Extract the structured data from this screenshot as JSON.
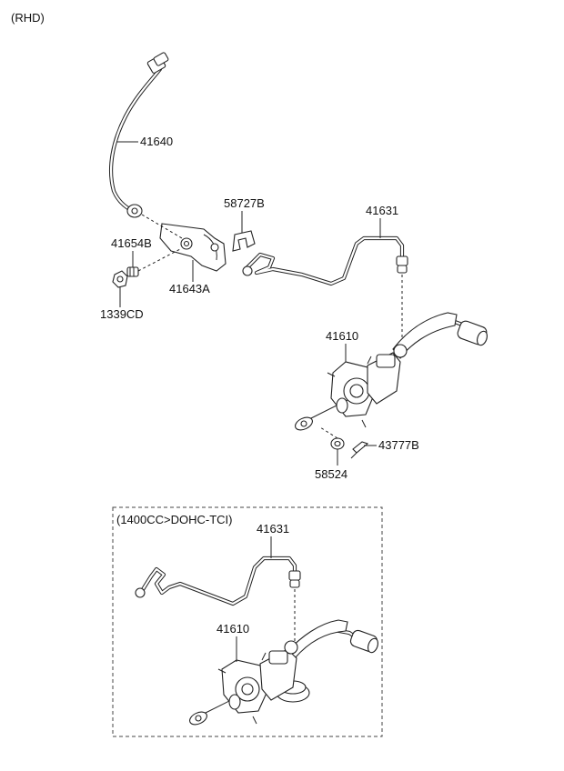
{
  "header": {
    "variant": "(RHD)"
  },
  "inset": {
    "title": "(1400CC>DOHC-TCI)"
  },
  "labels": {
    "p41640": "41640",
    "p58727B": "58727B",
    "p41631": "41631",
    "p41654B": "41654B",
    "p41643A": "41643A",
    "p1339CD": "1339CD",
    "p41610": "41610",
    "p43777B": "43777B",
    "p58524": "58524",
    "inset_41631": "41631",
    "inset_41610": "41610"
  }
}
